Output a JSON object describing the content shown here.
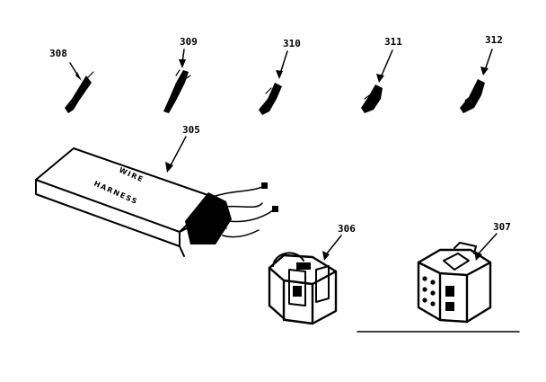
{
  "diagram": {
    "parts": [
      {
        "id": "p308",
        "number": "308"
      },
      {
        "id": "p309",
        "number": "309"
      },
      {
        "id": "p310",
        "number": "310"
      },
      {
        "id": "p311",
        "number": "311"
      },
      {
        "id": "p312",
        "number": "312"
      },
      {
        "id": "p305",
        "number": "305"
      },
      {
        "id": "p306",
        "number": "306"
      },
      {
        "id": "p307",
        "number": "307"
      }
    ],
    "box_label": {
      "line1": "WIRE",
      "line2": "HARNESS"
    }
  }
}
